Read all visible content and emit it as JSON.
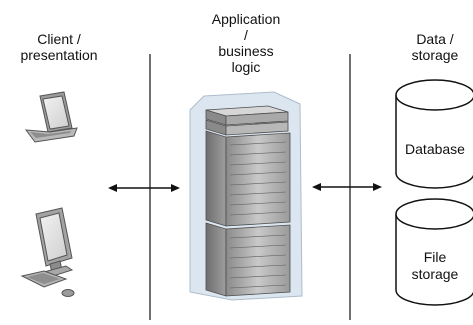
{
  "tiers": {
    "client": [
      "Client /",
      "presentation"
    ],
    "application": [
      "Application",
      "/",
      "business",
      "logic"
    ],
    "data": [
      "Data /",
      "storage"
    ]
  },
  "storage": {
    "database": [
      "Database"
    ],
    "file_storage": [
      "File",
      "storage"
    ]
  },
  "icons": {
    "laptop": "laptop-icon",
    "desktop": "desktop-computer-icon",
    "server": "server-rack-icon",
    "database": "database-cylinder-icon",
    "file_storage": "file-storage-cylinder-icon"
  },
  "colors": {
    "stroke": "#111111",
    "server_highlight": "#dbe6f1",
    "device_gray": "#b3b3b3"
  }
}
